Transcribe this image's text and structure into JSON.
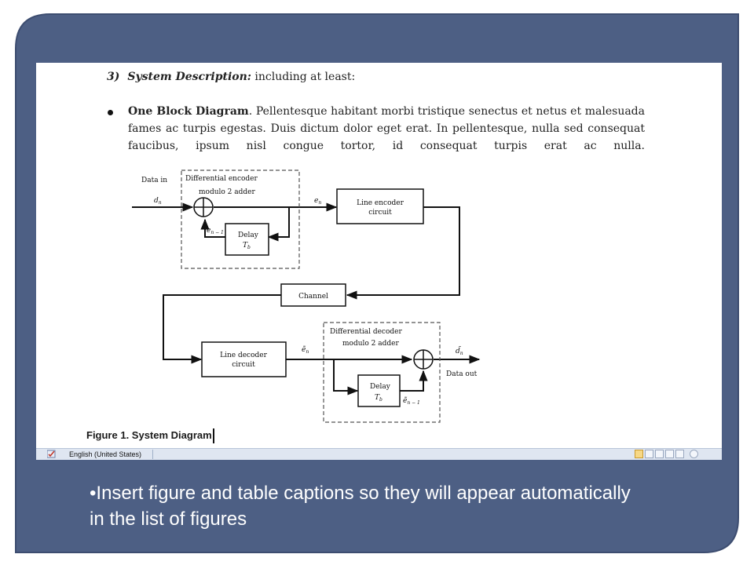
{
  "slide": {
    "colors": {
      "frame": "#4d5f84",
      "background": "#ffffff",
      "doc": "#ffffff"
    },
    "bottom_text": "•Insert figure and table captions so they will appear automatically in the list of figures"
  },
  "document": {
    "heading_number": "3)",
    "heading_title": "System Description:",
    "heading_rest": " including at least:",
    "bullet_bold": "One Block Diagram",
    "bullet_text": ". Pellentesque habitant morbi tristique senectus et netus et malesuada fames ac turpis egestas. Duis dictum dolor eget erat. In pellentesque, nulla sed consequat faucibus, ipsum nisl congue tortor, id consequat turpis erat ac nulla.",
    "caption": "Figure 1. System Diagram"
  },
  "diagram": {
    "data_in": "Data in",
    "d_n": "d",
    "d_n_sub": "n",
    "encoder_title": "Differential encoder",
    "adder1": "modulo 2 adder",
    "e_n": "e",
    "e_n_sub": "n",
    "e_prev": "e",
    "e_prev_sub": "n − 1",
    "delay": "Delay",
    "t_b": "T",
    "t_b_sub": "b",
    "line_encoder_1": "Line encoder",
    "line_encoder_2": "circuit",
    "channel": "Channel",
    "line_decoder_1": "Line decoder",
    "line_decoder_2": "circuit",
    "decoder_title": "Differential decoder",
    "adder2": "modulo 2 adder",
    "e_tilde": "ẽ",
    "e_tilde_sub": "n",
    "d_tilde": "d̃",
    "d_tilde_sub": "n",
    "data_out": "Data out",
    "e_tilde_prev": "ẽ",
    "e_tilde_prev_sub": "n − 1"
  },
  "statusbar": {
    "language": "English (United States)",
    "icons": [
      "spellcheck-icon",
      "print-layout-icon",
      "full-screen-reading-icon",
      "web-layout-icon",
      "outline-icon",
      "draft-icon",
      "zoom-out-icon"
    ]
  }
}
